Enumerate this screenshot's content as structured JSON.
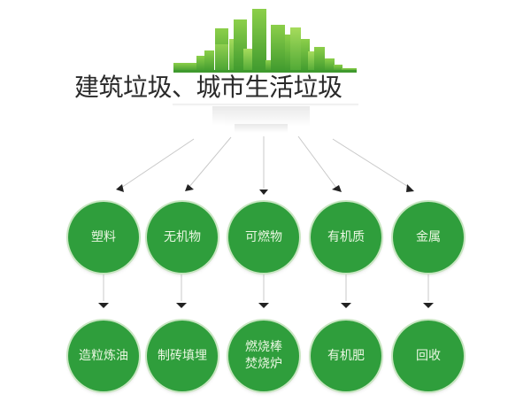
{
  "diagram": {
    "title": "建筑垃圾、城市生活垃圾",
    "colors": {
      "node_fill": "#2f9e3c",
      "node_ring": "#c9e6c2",
      "node_text": "#e9f7e1",
      "skyline_light": "#8ccf4a",
      "skyline_dark": "#3f9a2e",
      "arrow": "#222222",
      "line": "#c8c8c8"
    },
    "categories": [
      {
        "label": "塑料",
        "output": "造粒炼油"
      },
      {
        "label": "无机物",
        "output": "制砖填埋"
      },
      {
        "label": "可燃物",
        "output": "燃烧棒\n焚烧炉"
      },
      {
        "label": "有机质",
        "output": "有机肥"
      },
      {
        "label": "金属",
        "output": "回收"
      }
    ]
  }
}
